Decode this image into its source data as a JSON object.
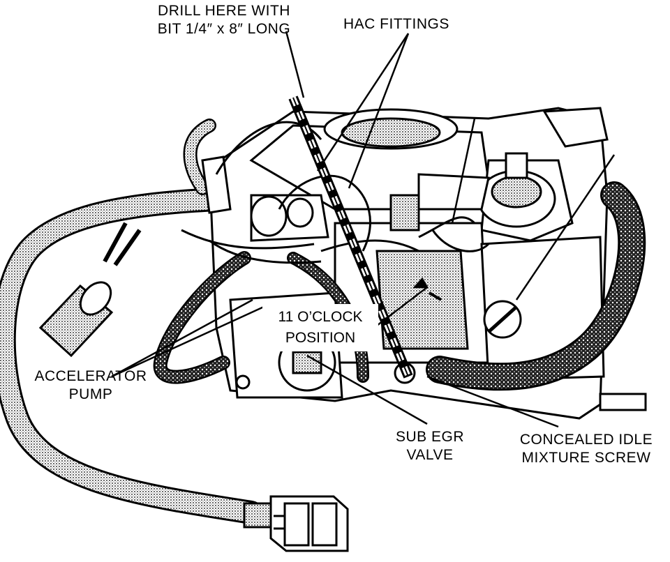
{
  "labels": {
    "drill": [
      "DRILL HERE WITH",
      "BIT 1/4″ x 8″ LONG"
    ],
    "hac": "HAC FITTINGS",
    "clock": [
      "11 O’CLOCK",
      "POSITION"
    ],
    "accel": [
      "ACCELERATOR",
      "PUMP"
    ],
    "subegr": [
      "SUB EGR",
      "VALVE"
    ],
    "idle": [
      "CONCEALED IDLE",
      "MIXTURE SCREW"
    ]
  },
  "colors": {
    "ink": "#000000",
    "paper": "#ffffff",
    "shade": "#9a9a9a"
  }
}
